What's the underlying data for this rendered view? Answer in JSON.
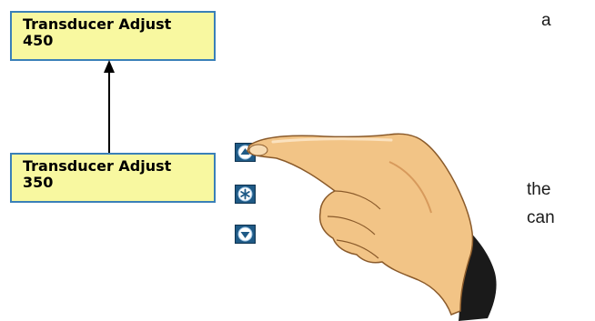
{
  "display_top": {
    "label": "Transducer Adjust",
    "value": "450"
  },
  "display_bottom": {
    "label": "Transducer Adjust",
    "value": "350"
  },
  "buttons": {
    "up_icon": "chevron-up-icon",
    "enter_icon": "asterisk-icon",
    "down_icon": "chevron-down-icon"
  },
  "side_text": {
    "line1": "a",
    "line2": "the",
    "line3": "can"
  },
  "colors": {
    "display_fill": "#f8f8a0",
    "display_border": "#3a80b8",
    "button_fill": "#1f5a86",
    "skin": "#f2c486"
  }
}
